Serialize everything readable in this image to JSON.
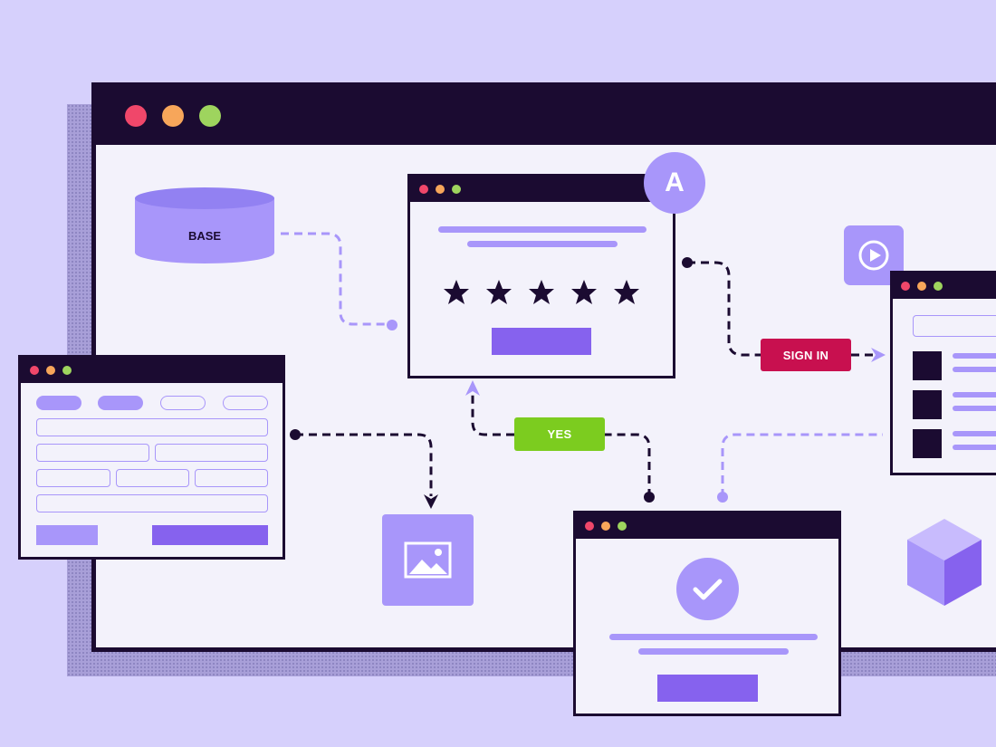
{
  "colors": {
    "background": "#d6d0fc",
    "window_frame": "#1b0b31",
    "window_body": "#f3f2fb",
    "accent_light": "#a896fa",
    "accent": "#8662ee",
    "dot_red": "#f0476a",
    "dot_orange": "#f7a65a",
    "dot_green": "#9ed45e",
    "sign_in": "#c8104f",
    "yes": "#7ccc1f"
  },
  "database": {
    "label": "BASE"
  },
  "avatar": {
    "letter": "A"
  },
  "review_card": {
    "stars": 5
  },
  "badges": {
    "sign_in": "SIGN IN",
    "yes": "YES"
  },
  "icons": [
    "database-icon",
    "avatar-icon",
    "star-icon",
    "play-icon",
    "image-icon",
    "checkmark-icon",
    "cube-icon"
  ]
}
